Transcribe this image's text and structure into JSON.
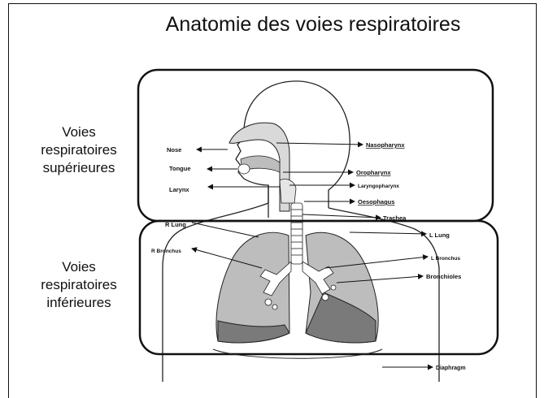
{
  "title": "Anatomie des voies respiratoires",
  "upper_tract": {
    "line1": "Voies",
    "line2": "respiratoires",
    "line3": "supérieures"
  },
  "lower_tract": {
    "line1": "Voies",
    "line2": "respiratoires",
    "line3": "inférieures"
  },
  "labels": {
    "nose": "Nose",
    "tongue": "Tongue",
    "larynx": "Larynx",
    "nasopharynx": "Nasopharynx",
    "oropharynx": "Oropharynx",
    "laryngopharynx": "Laryngopharynx",
    "oesophagus": "Oesophagus",
    "trachea": "Trachea",
    "r_lung": "R Lung",
    "l_lung": "L Lung",
    "r_bronchus": "R Bronchus",
    "l_bronchus": "L Bronchus",
    "bronchioles": "Bronchioles",
    "diaphragm": "Diaphragm"
  },
  "colors": {
    "lung_fill": "#bdbdbd",
    "lung_dark": "#7a7a7a",
    "airway_fill": "#d9d9d9",
    "outline": "#111111"
  }
}
